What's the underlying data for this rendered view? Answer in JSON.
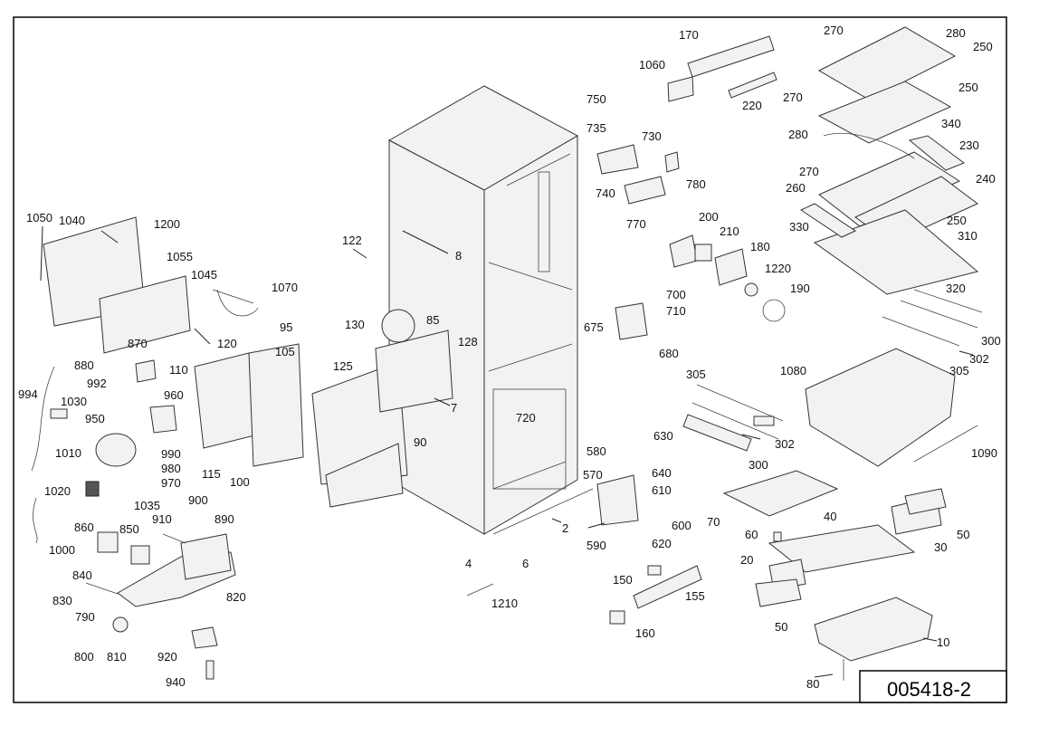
{
  "diagram_ref": "005418-2",
  "part_labels": [
    "170",
    "1060",
    "220",
    "750",
    "735",
    "730",
    "740",
    "780",
    "770",
    "200",
    "210",
    "180",
    "1220",
    "190",
    "700",
    "710",
    "675",
    "680",
    "270",
    "280",
    "250",
    "270",
    "250",
    "280",
    "340",
    "230",
    "270",
    "240",
    "260",
    "250",
    "330",
    "310",
    "320",
    "300",
    "302",
    "305",
    "1080",
    "1090",
    "305",
    "302",
    "300",
    "630",
    "580",
    "640",
    "570",
    "610",
    "600",
    "590",
    "620",
    "720",
    "2",
    "4",
    "6",
    "1210",
    "122",
    "8",
    "130",
    "85",
    "128",
    "125",
    "7",
    "95",
    "105",
    "110",
    "115",
    "100",
    "120",
    "90",
    "1070",
    "1050",
    "1040",
    "1200",
    "1055",
    "1045",
    "870",
    "880",
    "992",
    "960",
    "994",
    "1030",
    "950",
    "1010",
    "990",
    "980",
    "970",
    "1020",
    "1035",
    "900",
    "910",
    "890",
    "860",
    "850",
    "1000",
    "840",
    "830",
    "790",
    "820",
    "800",
    "810",
    "920",
    "940",
    "150",
    "155",
    "160",
    "70",
    "60",
    "40",
    "50",
    "30",
    "20",
    "50",
    "10",
    "80"
  ]
}
